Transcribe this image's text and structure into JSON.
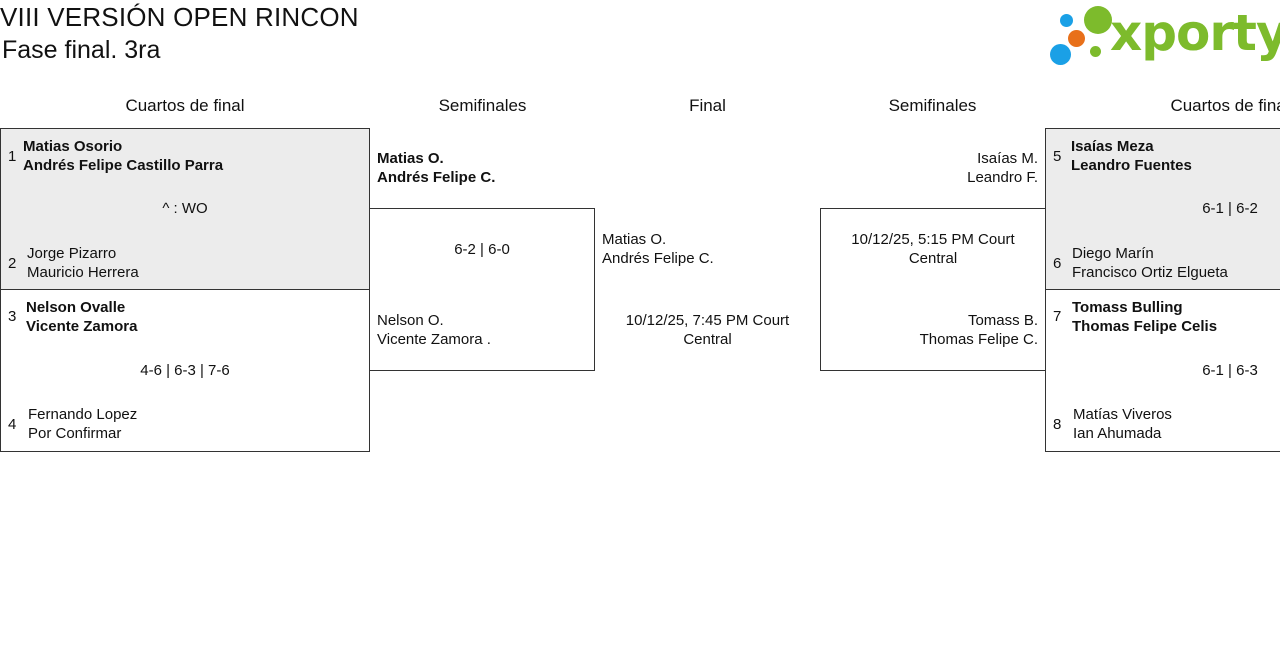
{
  "header": {
    "title": "VIII VERSIÓN OPEN RINCON",
    "subtitle": "Fase final. 3ra",
    "logo_text": "xporty",
    "colors": {
      "green": "#7dbb2c",
      "blue": "#1aa0e6",
      "orange": "#e8701a"
    }
  },
  "columns": {
    "qf_left": "Cuartos de final",
    "sf_left": "Semifinales",
    "final": "Final",
    "sf_right": "Semifinales",
    "qf_right": "Cuartos de final"
  },
  "qf_left": {
    "m1": {
      "s1": "1",
      "a1": "Matias Osorio",
      "a2": "Andrés Felipe Castillo Parra",
      "score": "^ : WO",
      "s2": "2",
      "b1": "Jorge Pizarro",
      "b2": "Mauricio Herrera"
    },
    "m2": {
      "s1": "3",
      "a1": "Nelson Ovalle",
      "a2": "Vicente Zamora",
      "score": "4-6 | 6-3 | 7-6",
      "s2": "4",
      "b1": "Fernando Lopez",
      "b2": "Por Confirmar"
    }
  },
  "qf_right": {
    "m1": {
      "s1": "5",
      "a1": "Isaías Meza",
      "a2": "Leandro Fuentes",
      "score": "6-1 | 6-2",
      "s2": "6",
      "b1": "Diego Marín",
      "b2": "Francisco Ortiz Elgueta"
    },
    "m2": {
      "s1": "7",
      "a1": "Tomass Bulling",
      "a2": "Thomas Felipe Celis",
      "score": "6-1 | 6-3",
      "s2": "8",
      "b1": "Matías Viveros",
      "b2": "Ian Ahumada"
    }
  },
  "sf_left": {
    "a1": "Matias O.",
    "a2": "Andrés Felipe C.",
    "score": "6-2 | 6-0",
    "b1": "Nelson O.",
    "b2": "Vicente Zamora ."
  },
  "sf_right": {
    "a1": "Isaías M.",
    "a2": "Leandro F.",
    "schedule": "10/12/25, 5:15 PM Court Central",
    "b1": "Tomass B.",
    "b2": "Thomas Felipe C."
  },
  "final": {
    "a1": "Matias O.",
    "a2": "Andrés Felipe C.",
    "schedule": "10/12/25, 7:45 PM Court Central"
  }
}
